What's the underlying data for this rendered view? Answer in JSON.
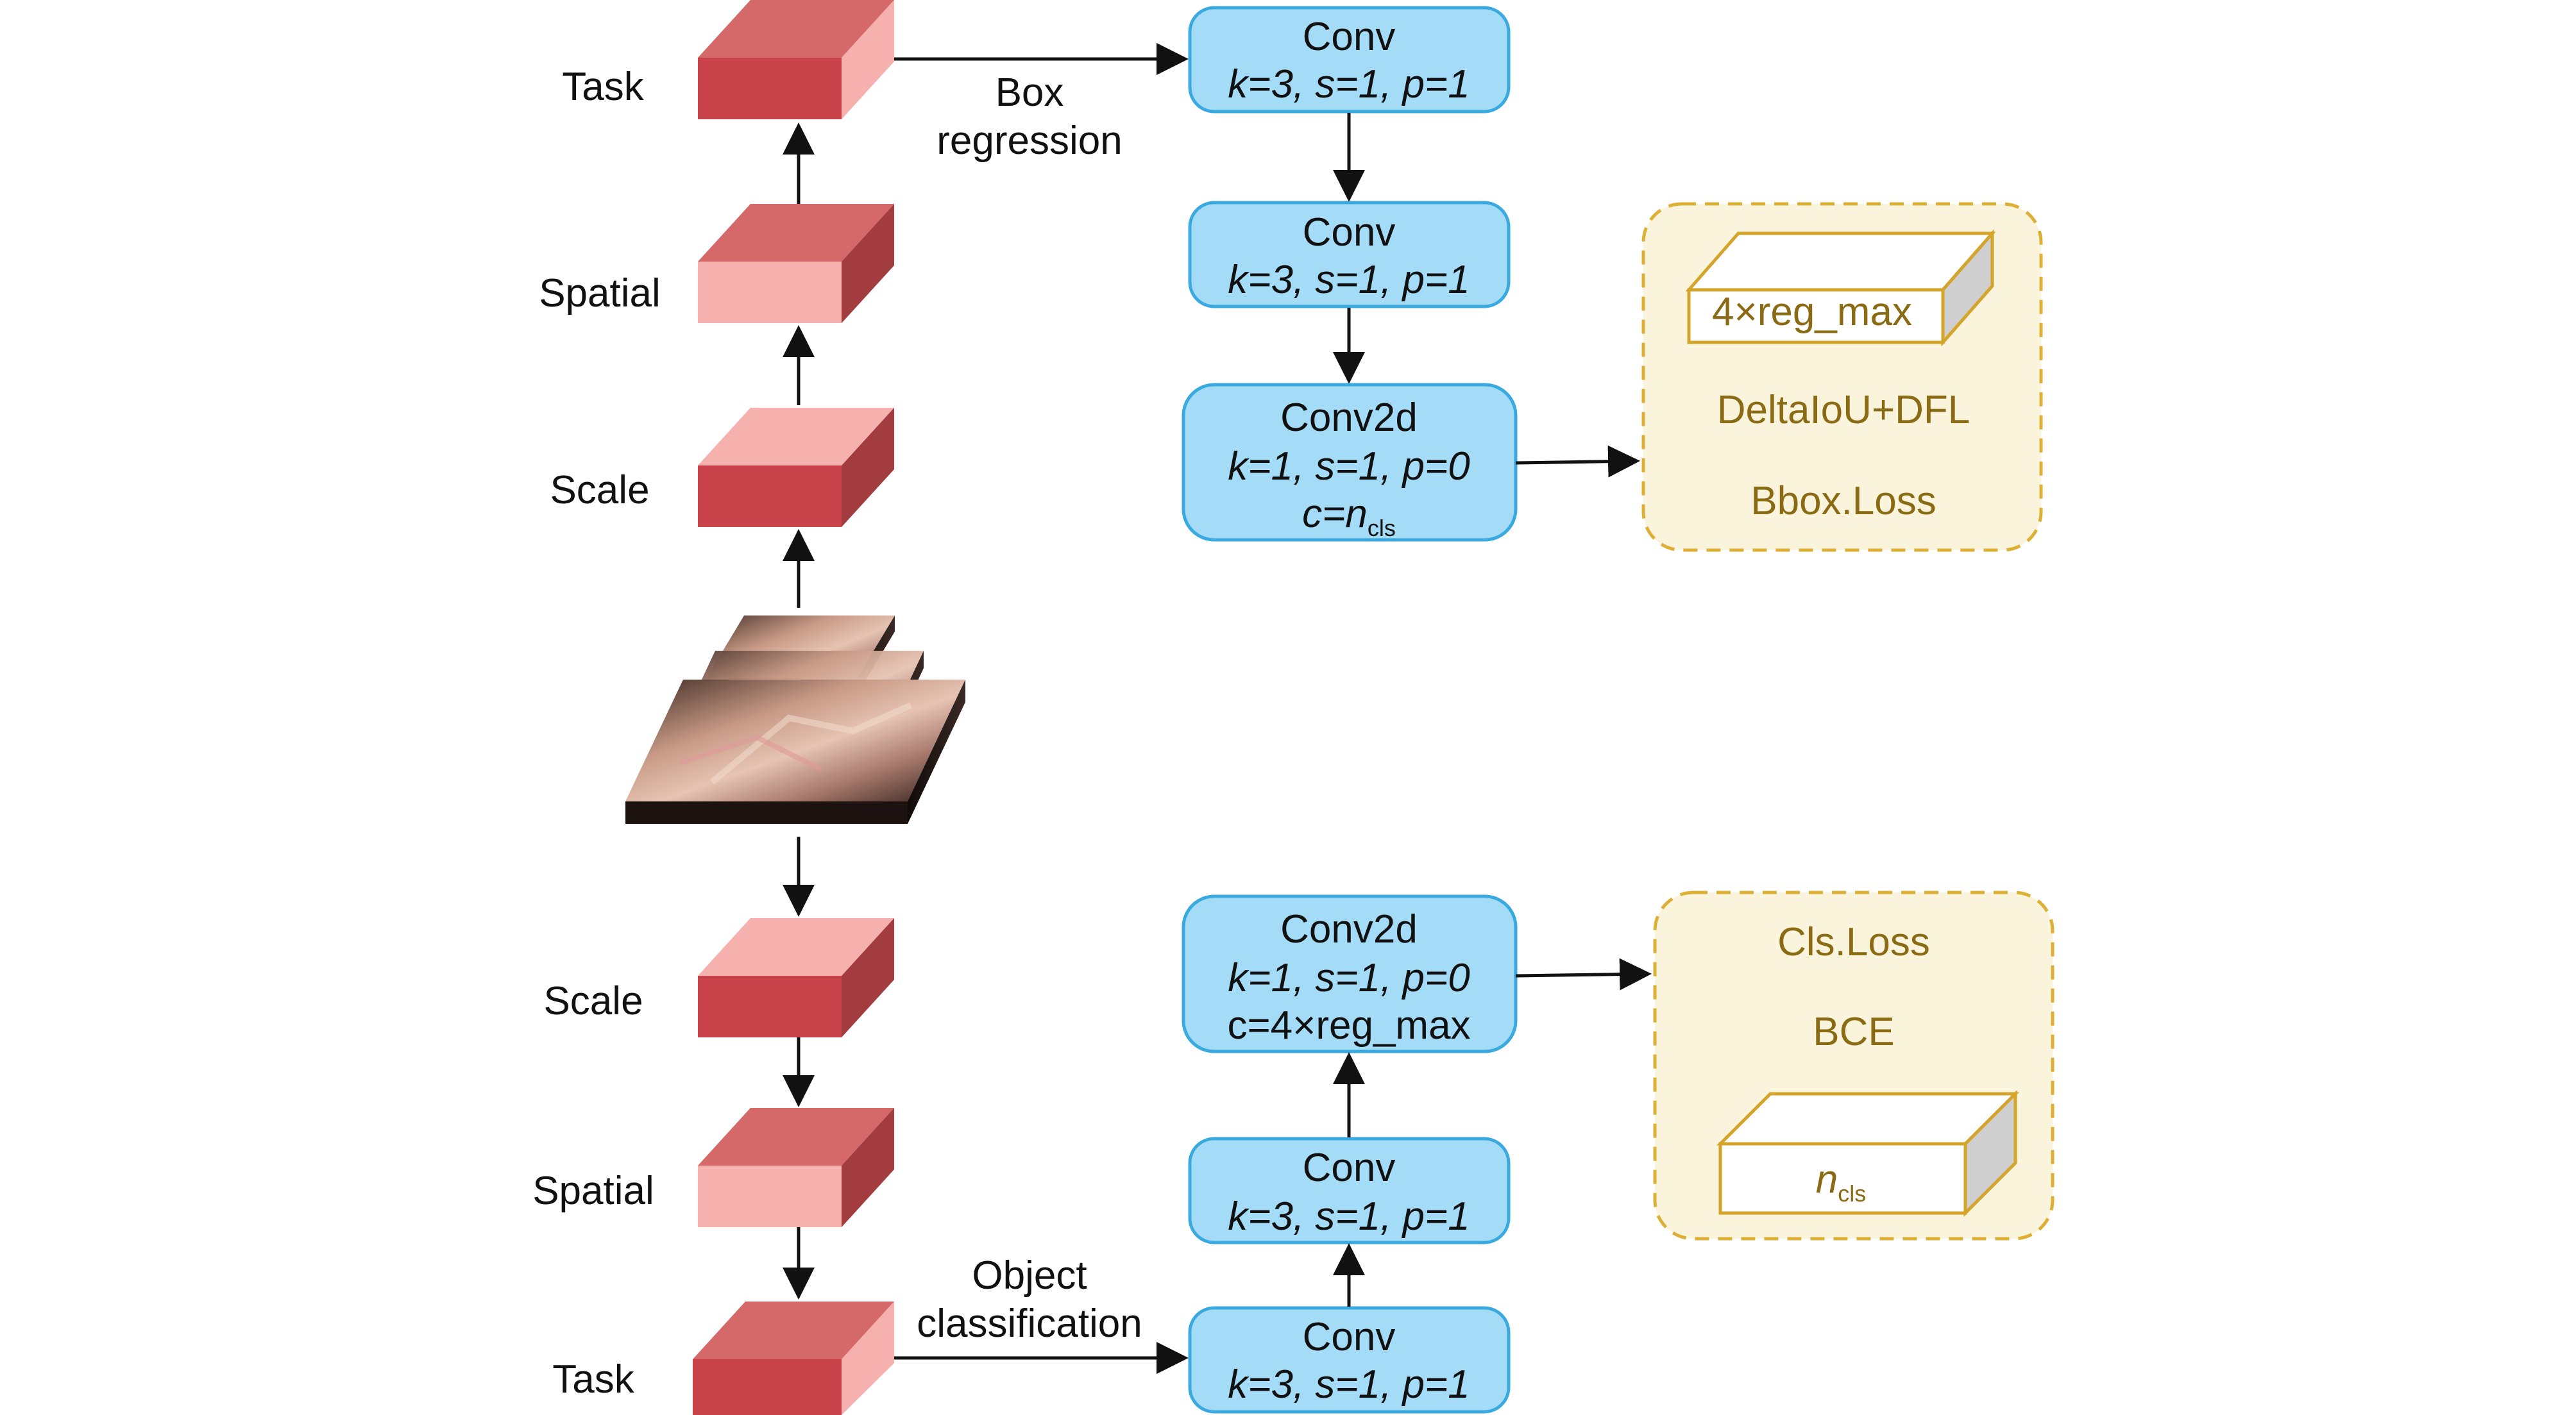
{
  "colors": {
    "conv_fill": "#a4dbf6",
    "conv_stroke": "#3aa9df",
    "loss_fill": "#fbf4dd",
    "loss_stroke": "#ddb035",
    "loss_text": "#8a6a12",
    "block_dark_red": "#c9444a",
    "block_mid_red": "#d5696a",
    "block_light_red": "#f6b0ad",
    "block_side_dark": "#a23c3f",
    "box3d_stroke": "#d4a42b",
    "box3d_side": "#cfcfcf"
  },
  "top_branch": {
    "blocks": [
      {
        "label": "Task"
      },
      {
        "label": "Spatial"
      },
      {
        "label": "Scale"
      }
    ],
    "edge_label_line1": "Box",
    "edge_label_line2": "regression",
    "convs": [
      {
        "title": "Conv",
        "params": "k=3, s=1, p=1"
      },
      {
        "title": "Conv",
        "params": "k=3, s=1, p=1"
      },
      {
        "title": "Conv2d",
        "params": "k=1, s=1, p=0",
        "extra_prefix": "c=n",
        "extra_sub": "cls"
      }
    ],
    "loss": {
      "feature_label": "4×reg_max",
      "name": "DeltaIoU+DFL",
      "title": "Bbox.Loss"
    }
  },
  "bottom_branch": {
    "blocks": [
      {
        "label": "Scale"
      },
      {
        "label": "Spatial"
      },
      {
        "label": "Task"
      }
    ],
    "edge_label_line1": "Object",
    "edge_label_line2": "classification",
    "convs": [
      {
        "title": "Conv2d",
        "params": "k=1, s=1, p=0",
        "extra": "c=4×reg_max"
      },
      {
        "title": "Conv",
        "params": "k=3, s=1, p=1"
      },
      {
        "title": "Conv",
        "params": "k=3, s=1, p=1"
      }
    ],
    "loss": {
      "title": "Cls.Loss",
      "name": "BCE",
      "feature_label_main": "n",
      "feature_label_sub": "cls"
    }
  }
}
